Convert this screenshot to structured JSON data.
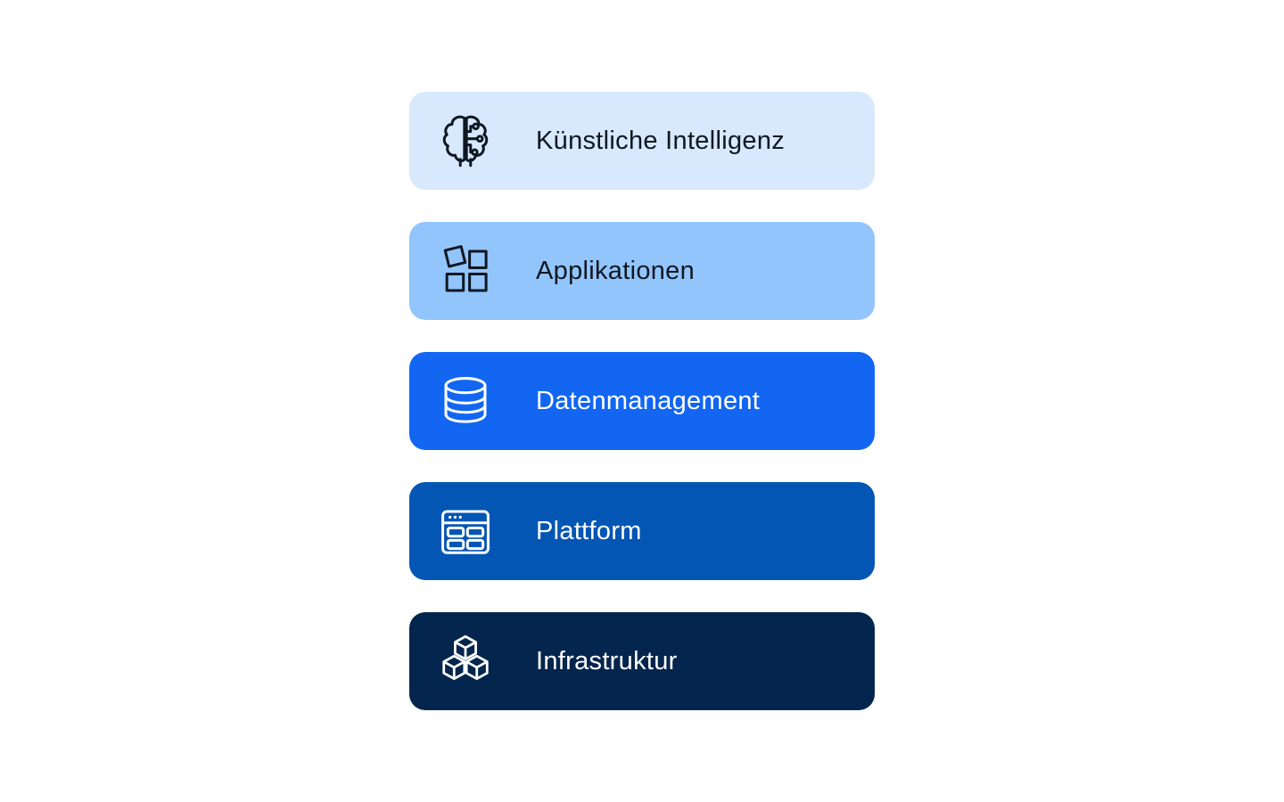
{
  "page": {
    "background": "#ffffff"
  },
  "diagram": {
    "layers": [
      {
        "label": "Künstliche Intelligenz",
        "icon": "brain-circuit-icon",
        "bg": "#d8e8fd",
        "fg": "#0f1722"
      },
      {
        "label": "Applikationen",
        "icon": "apps-squares-icon",
        "bg": "#92c5fc",
        "fg": "#0f1722"
      },
      {
        "label": "Datenmanagement",
        "icon": "database-icon",
        "bg": "#1266f1",
        "fg": "#ffffff"
      },
      {
        "label": "Plattform",
        "icon": "browser-window-icon",
        "bg": "#0456b4",
        "fg": "#ffffff"
      },
      {
        "label": "Infrastruktur",
        "icon": "cubes-stack-icon",
        "bg": "#04254d",
        "fg": "#ffffff"
      }
    ]
  }
}
